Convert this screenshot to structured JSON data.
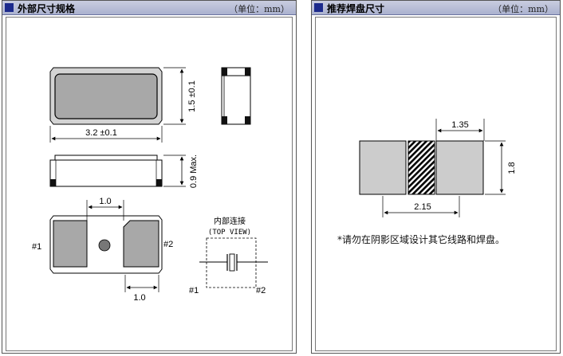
{
  "left_panel": {
    "title": "外部尺寸规格",
    "unit": "（单位：mm）",
    "dims": {
      "height": "1.5 ±0.1",
      "length": "3.2 ±0.1",
      "thickness": "0.9 Max.",
      "pad_top": "1.0",
      "pad_bottom": "1.0"
    },
    "pins": {
      "pin1": "#1",
      "pin2": "#2"
    },
    "schematic": {
      "title": "内部连接",
      "subtitle": "(TOP VIEW)",
      "pin1": "#1",
      "pin2": "#2"
    }
  },
  "right_panel": {
    "title": "推荐焊盘尺寸",
    "unit": "（单位：mm）",
    "dims": {
      "pad_width": "1.35",
      "pad_height": "1.8",
      "span": "2.15"
    },
    "note": "*请勿在阴影区域设计其它线路和焊盘。"
  },
  "colors": {
    "header_bar": "#b4bad6",
    "header_mark": "#1c2a8c",
    "metal": "#bdbdbd",
    "pad": "#cccccc"
  }
}
